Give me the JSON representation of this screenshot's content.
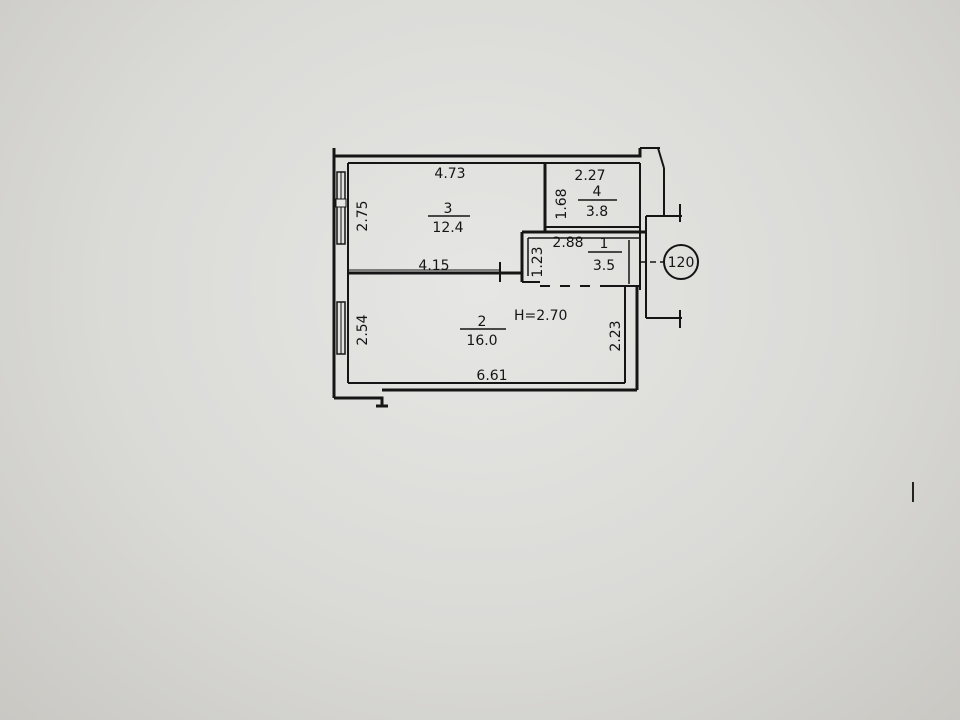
{
  "floor_plan": {
    "ceiling_height": "H=2.70",
    "apartment_tag": "120",
    "rooms": [
      {
        "number": "1",
        "area": "3.5"
      },
      {
        "number": "2",
        "area": "16.0"
      },
      {
        "number": "3",
        "area": "12.4"
      },
      {
        "number": "4",
        "area": "3.8"
      }
    ],
    "dimensions": {
      "room3_width": "4.73",
      "room3_depth": "2.75",
      "room4_width": "2.27",
      "room4_depth": "1.68",
      "hall_width": "2.88",
      "hall_depth": "1.23",
      "partition_length": "4.15",
      "room2_left_depth": "2.54",
      "room2_right_depth": "2.23",
      "room2_width": "6.61"
    }
  },
  "colors": {
    "line": "#151515",
    "paper": "#e6e6e4"
  }
}
